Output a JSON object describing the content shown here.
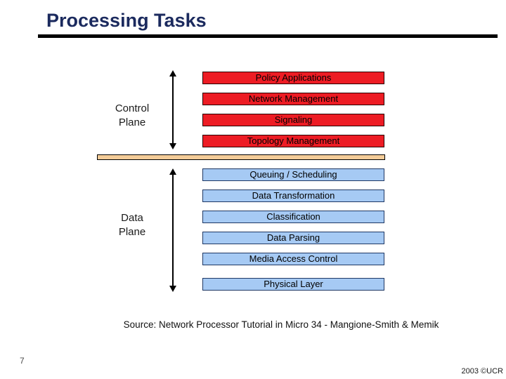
{
  "slide": {
    "title": "Processing Tasks",
    "page_number": "7",
    "copyright": "2003 ©UCR",
    "source_note": "Source: Network Processor Tutorial in Micro 34 - Mangione-Smith & Memik"
  },
  "diagram": {
    "control_plane": {
      "label_line1": "Control",
      "label_line2": "Plane",
      "boxes": [
        "Policy Applications",
        "Network Management",
        "Signaling",
        "Topology Management"
      ]
    },
    "data_plane": {
      "label_line1": "Data",
      "label_line2": "Plane",
      "boxes": [
        "Queuing / Scheduling",
        "Data Transformation",
        "Classification",
        "Data Parsing",
        "Media Access Control",
        "Physical Layer"
      ]
    }
  },
  "colors": {
    "title": "#1b2a5e",
    "control_box_fill": "#ed1c24",
    "data_box_fill": "#a6caf4",
    "data_box_border": "#1f3864",
    "divider_fill": "#f4cc98"
  }
}
